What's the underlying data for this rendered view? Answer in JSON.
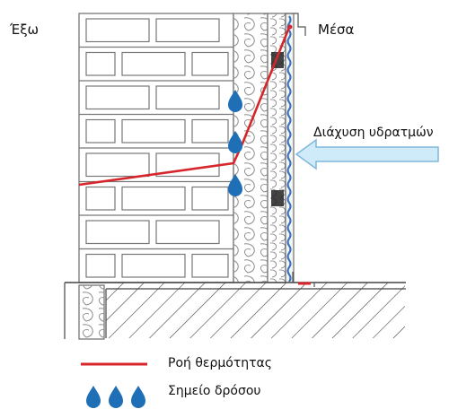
{
  "labels": {
    "outside": "Έξω",
    "inside": "Μέσα",
    "vapor_diffusion": "Διάχυση υδρατμών"
  },
  "legend": {
    "heat_flow": "Ροή θερμότητας",
    "dew_point": "Σημείο δρόσου"
  },
  "colors": {
    "heat_line": "#d7262b",
    "drop": "#1f6fb6",
    "arrow_fill": "#cfeaf8",
    "arrow_stroke": "#7fb8db",
    "barrier": "#3b73b8",
    "line": "#555555"
  },
  "icons": {
    "drop": "water-drop-icon",
    "arrow": "vapor-arrow-icon"
  }
}
